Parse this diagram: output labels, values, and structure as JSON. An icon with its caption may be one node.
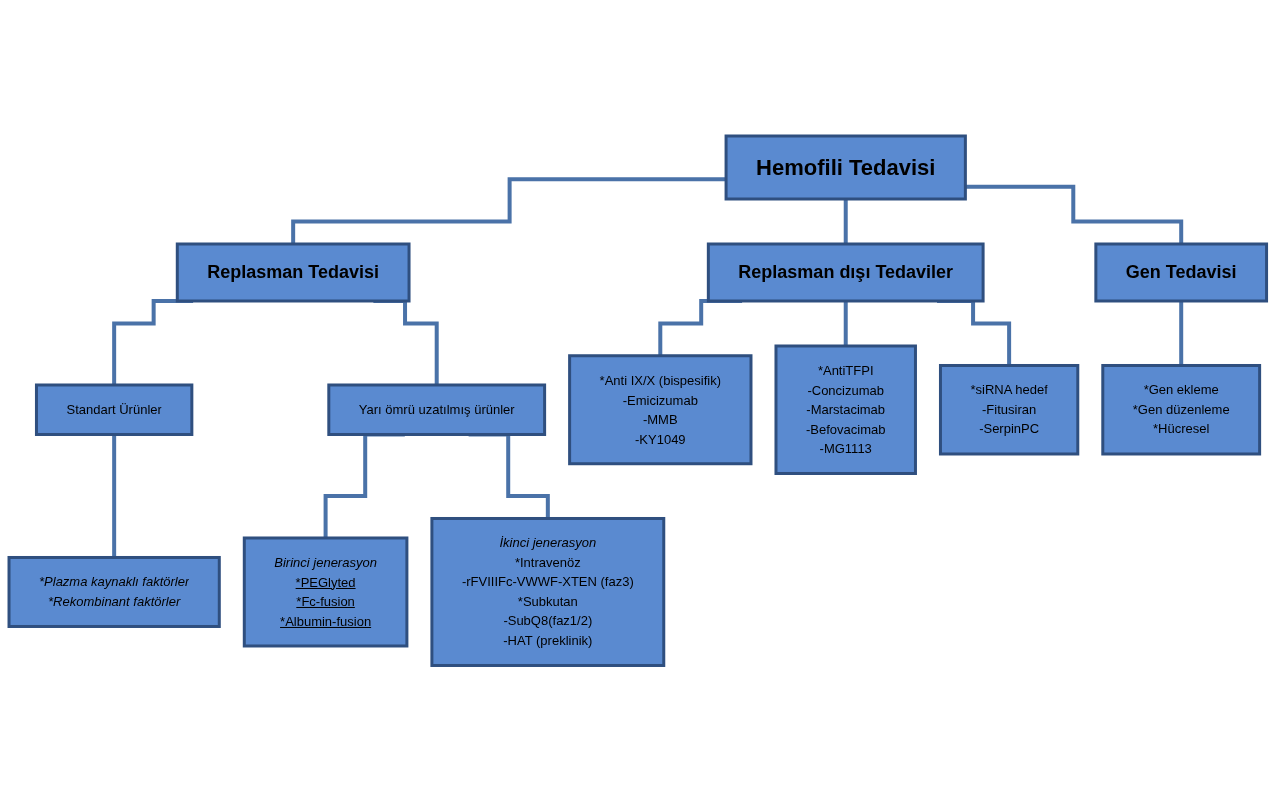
{
  "diagram": {
    "nodes": [
      {
        "text": [
          "Hemofili Tedavisi"
        ]
      },
      {
        "text": [
          "Replasman Tedavisi"
        ]
      },
      {
        "text": [
          "Replasman dışı Tedaviler"
        ]
      },
      {
        "text": [
          "Gen Tedavisi"
        ]
      },
      {
        "text": [
          "Standart Ürünler"
        ]
      },
      {
        "text": [
          "Yarı ömrü uzatılmış ürünler"
        ]
      },
      {
        "text": [
          "*Anti IX/X (bispesifik)",
          "-Emicizumab",
          "-MMB",
          "-KY1049"
        ]
      },
      {
        "text": [
          "*Gen ekleme",
          "*Gen düzenleme",
          "*Hücresel"
        ]
      },
      {
        "text": [
          "*Plazma kaynaklı faktörler",
          "*Rekombinant faktörler"
        ]
      },
      {
        "text": [
          "Birinci jenerasyon",
          "*PEGlyted",
          "*Fc-fusion",
          "*Albumin-fusion"
        ]
      },
      {
        "text": [
          "*AntiTFPI",
          "-Concizumab",
          "-Marstacimab",
          "-Befovacimab",
          "-MG1113"
        ]
      },
      {
        "text": [
          "İkinci jenerasyon",
          "*Intravenöz",
          "-rFVIIIFc-VWWF-XTEN (faz3)",
          "*Subkutan",
          "-SubQ8(faz1/2)",
          "-HAT (preklinik)"
        ]
      },
      {
        "text": [
          "*siRNA hedef",
          "-Fitusiran",
          "-SerpinPC"
        ]
      }
    ],
    "edges": [
      {
        "from": 0,
        "to": 1,
        "arrow": "none"
      },
      {
        "from": 0,
        "to": 2,
        "arrow": "none"
      },
      {
        "from": 0,
        "to": 3,
        "arrow": "none"
      },
      {
        "from": 1,
        "to": 4,
        "arrow": "none"
      },
      {
        "from": 1,
        "to": 5,
        "arrow": "none"
      },
      {
        "from": 2,
        "to": 6,
        "arrow": "none"
      },
      {
        "from": 2,
        "to": 10,
        "arrow": "none"
      },
      {
        "from": 2,
        "to": 12,
        "arrow": "none"
      },
      {
        "from": 3,
        "to": 7,
        "arrow": "none"
      },
      {
        "from": 4,
        "to": 8,
        "arrow": "none"
      },
      {
        "from": 5,
        "to": 9,
        "arrow": "none"
      },
      {
        "from": 5,
        "to": 11,
        "arrow": "none"
      }
    ]
  }
}
